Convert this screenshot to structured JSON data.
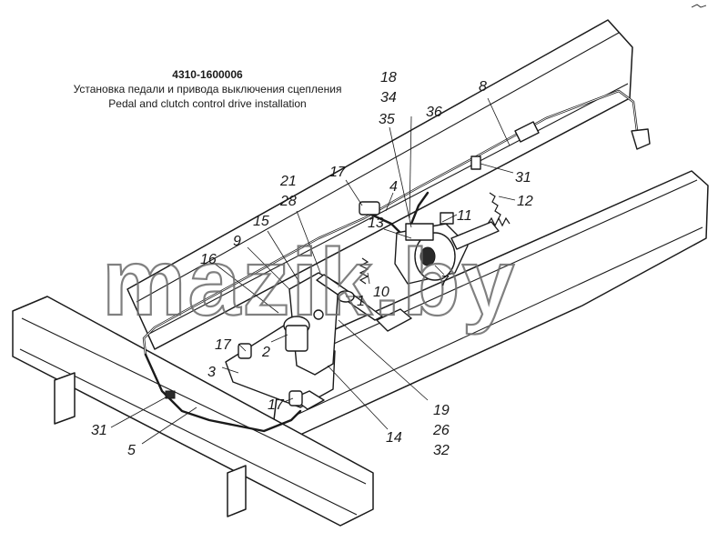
{
  "title": {
    "code": "4310-1600006",
    "russian": "Установка педали и привода выключения сцепления",
    "english": "Pedal and clutch control drive installation"
  },
  "watermark": "mazik.by",
  "callouts": [
    "18",
    "34",
    "35",
    "36",
    "8",
    "31",
    "17",
    "4",
    "21",
    "28",
    "15",
    "13",
    "11",
    "12",
    "9",
    "16",
    "7",
    "10",
    "1",
    "17",
    "2",
    "3",
    "17",
    "19",
    "26",
    "32",
    "14",
    "31",
    "5"
  ],
  "colors": {
    "ink": "#1a1a1a",
    "watermark": "#6b6b6b",
    "paper": "#ffffff"
  }
}
